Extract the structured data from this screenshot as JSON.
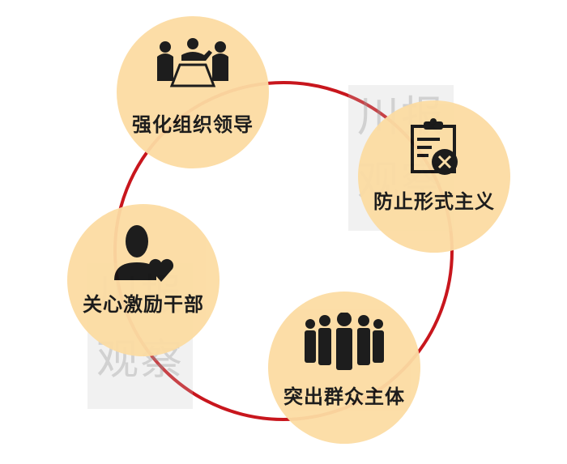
{
  "watermark": "川报观察",
  "colors": {
    "ring": "#c8161d",
    "node_fill": "#fcdca3",
    "text": "#111111"
  },
  "nodes": [
    {
      "label": "强化组织领导",
      "icon": "meeting-icon"
    },
    {
      "label": "防止形式主义",
      "icon": "clipboard-cancel-icon"
    },
    {
      "label": "突出群众主体",
      "icon": "crowd-icon"
    },
    {
      "label": "关心激励干部",
      "icon": "user-heart-icon"
    }
  ]
}
